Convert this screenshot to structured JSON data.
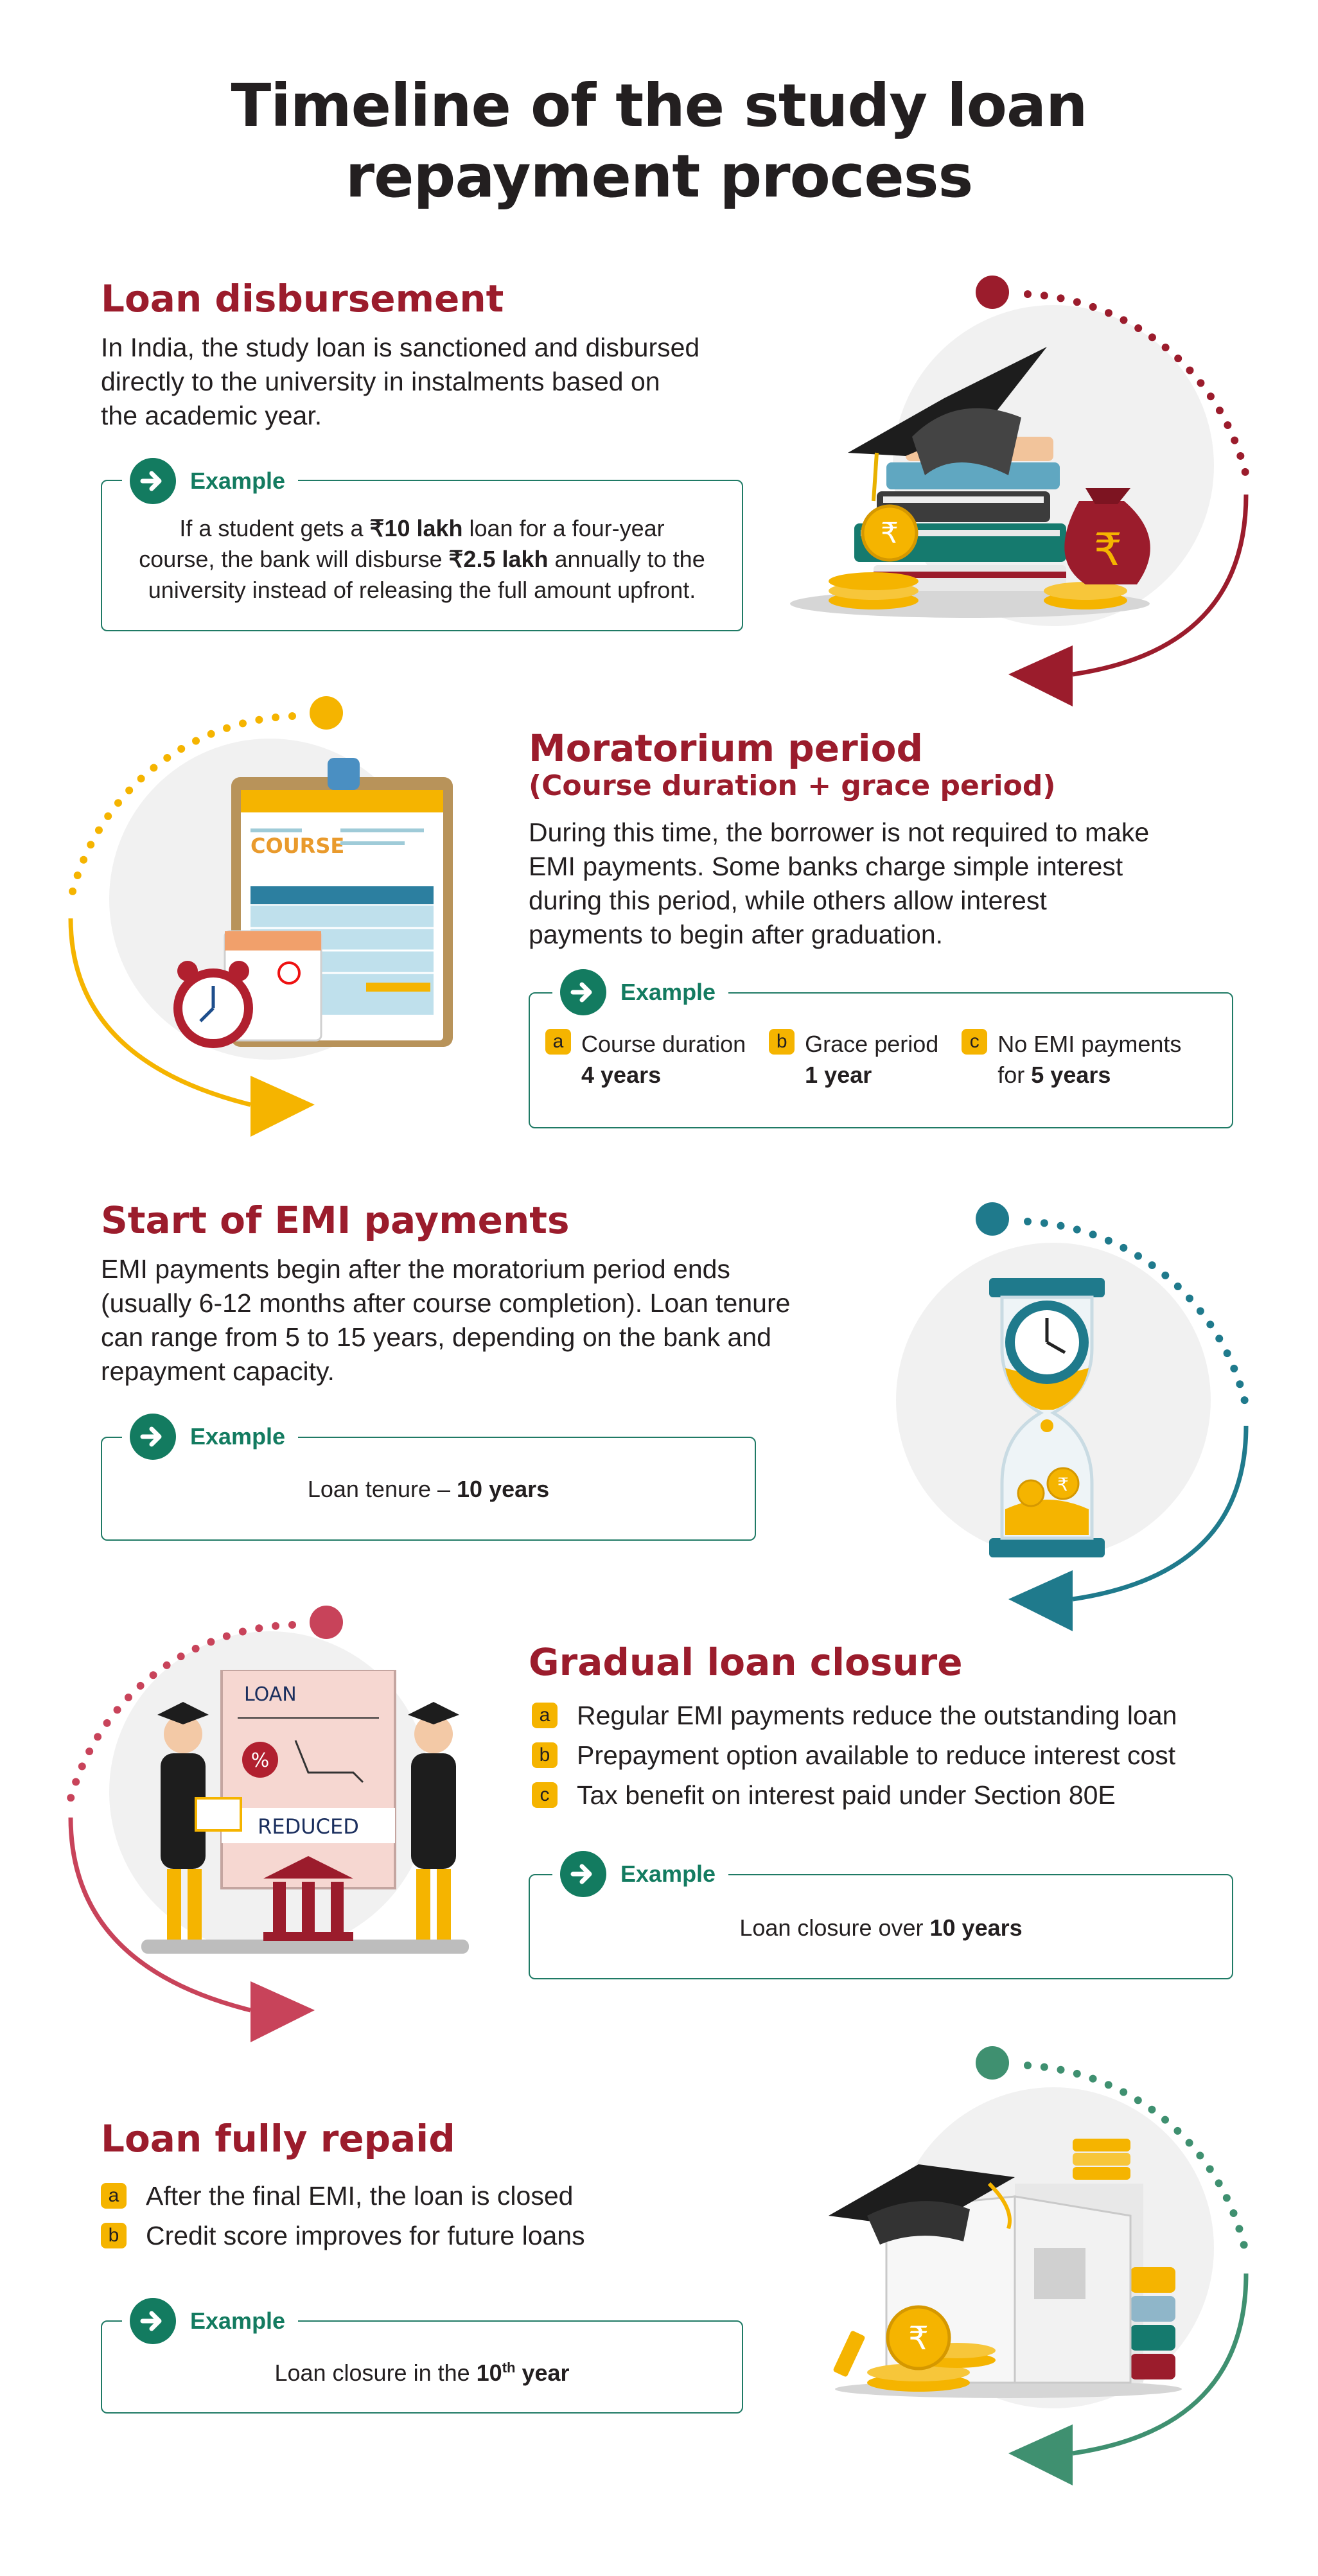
{
  "title": {
    "line1": "Timeline of the study loan",
    "line2": "repayment process"
  },
  "example_label": "Example",
  "colors": {
    "maroon": "#9b1c2c",
    "green": "#137b60",
    "yellow": "#f5b400",
    "teal": "#1f7a8c",
    "rose": "#c8435a",
    "sage": "#3f9070"
  },
  "s1": {
    "heading": "Loan disbursement",
    "body": [
      "In India, the study loan is sanctioned and disbursed",
      "directly to the university in instalments based on",
      "the academic year."
    ],
    "ex": {
      "p1": "If a student gets a ",
      "b1": "₹10 lakh",
      "p2": " loan for a four-year",
      "p3": "course, the bank will disburse ",
      "b2": "₹2.5 lakh",
      "p4": " annually to the",
      "p5": "university instead of releasing the full amount upfront."
    }
  },
  "s2": {
    "heading": "Moratorium period",
    "subheading": "(Course duration + grace period)",
    "body": [
      "During this time, the borrower is not required to make",
      "EMI payments. Some banks charge simple interest",
      "during this period, while others allow interest",
      "payments to begin after graduation."
    ],
    "items": [
      {
        "tag": "a",
        "line1": "Course duration",
        "line2": "4 years",
        "line2_prefix": ""
      },
      {
        "tag": "b",
        "line1": "Grace period",
        "line2": "1 year",
        "line2_prefix": ""
      },
      {
        "tag": "c",
        "line1": "No EMI payments",
        "line2_prefix": "for ",
        "line2": "5 years"
      }
    ],
    "illustration": {
      "sheet_title": "COURSE"
    }
  },
  "s3": {
    "heading": "Start of EMI payments",
    "body": [
      "EMI payments begin after the moratorium period ends",
      "(usually 6-12 months after course completion). Loan tenure",
      "can range from 5 to 15 years, depending on the bank and",
      "repayment capacity."
    ],
    "ex": {
      "p1": "Loan tenure – ",
      "b1": "10 years"
    }
  },
  "s4": {
    "heading": "Gradual loan closure",
    "items": [
      {
        "tag": "a",
        "text": "Regular EMI payments reduce the outstanding loan"
      },
      {
        "tag": "b",
        "text": "Prepayment option available to reduce interest cost"
      },
      {
        "tag": "c",
        "text": "Tax benefit on interest paid under Section 80E"
      }
    ],
    "ex": {
      "p1": "Loan closure over ",
      "b1": "10 years"
    },
    "illustration": {
      "board_top": "LOAN",
      "board_bottom": "REDUCED",
      "percent": "%"
    }
  },
  "s5": {
    "heading": "Loan fully repaid",
    "items": [
      {
        "tag": "a",
        "text": "After the final EMI, the loan is closed"
      },
      {
        "tag": "b",
        "text": "Credit score improves for future loans"
      }
    ],
    "ex": {
      "p1": "Loan closure in the ",
      "b1": "10",
      "sup": "th",
      "b2": " year"
    }
  },
  "icons": {
    "arrow": "arrow-right-icon",
    "rupee": "₹"
  }
}
